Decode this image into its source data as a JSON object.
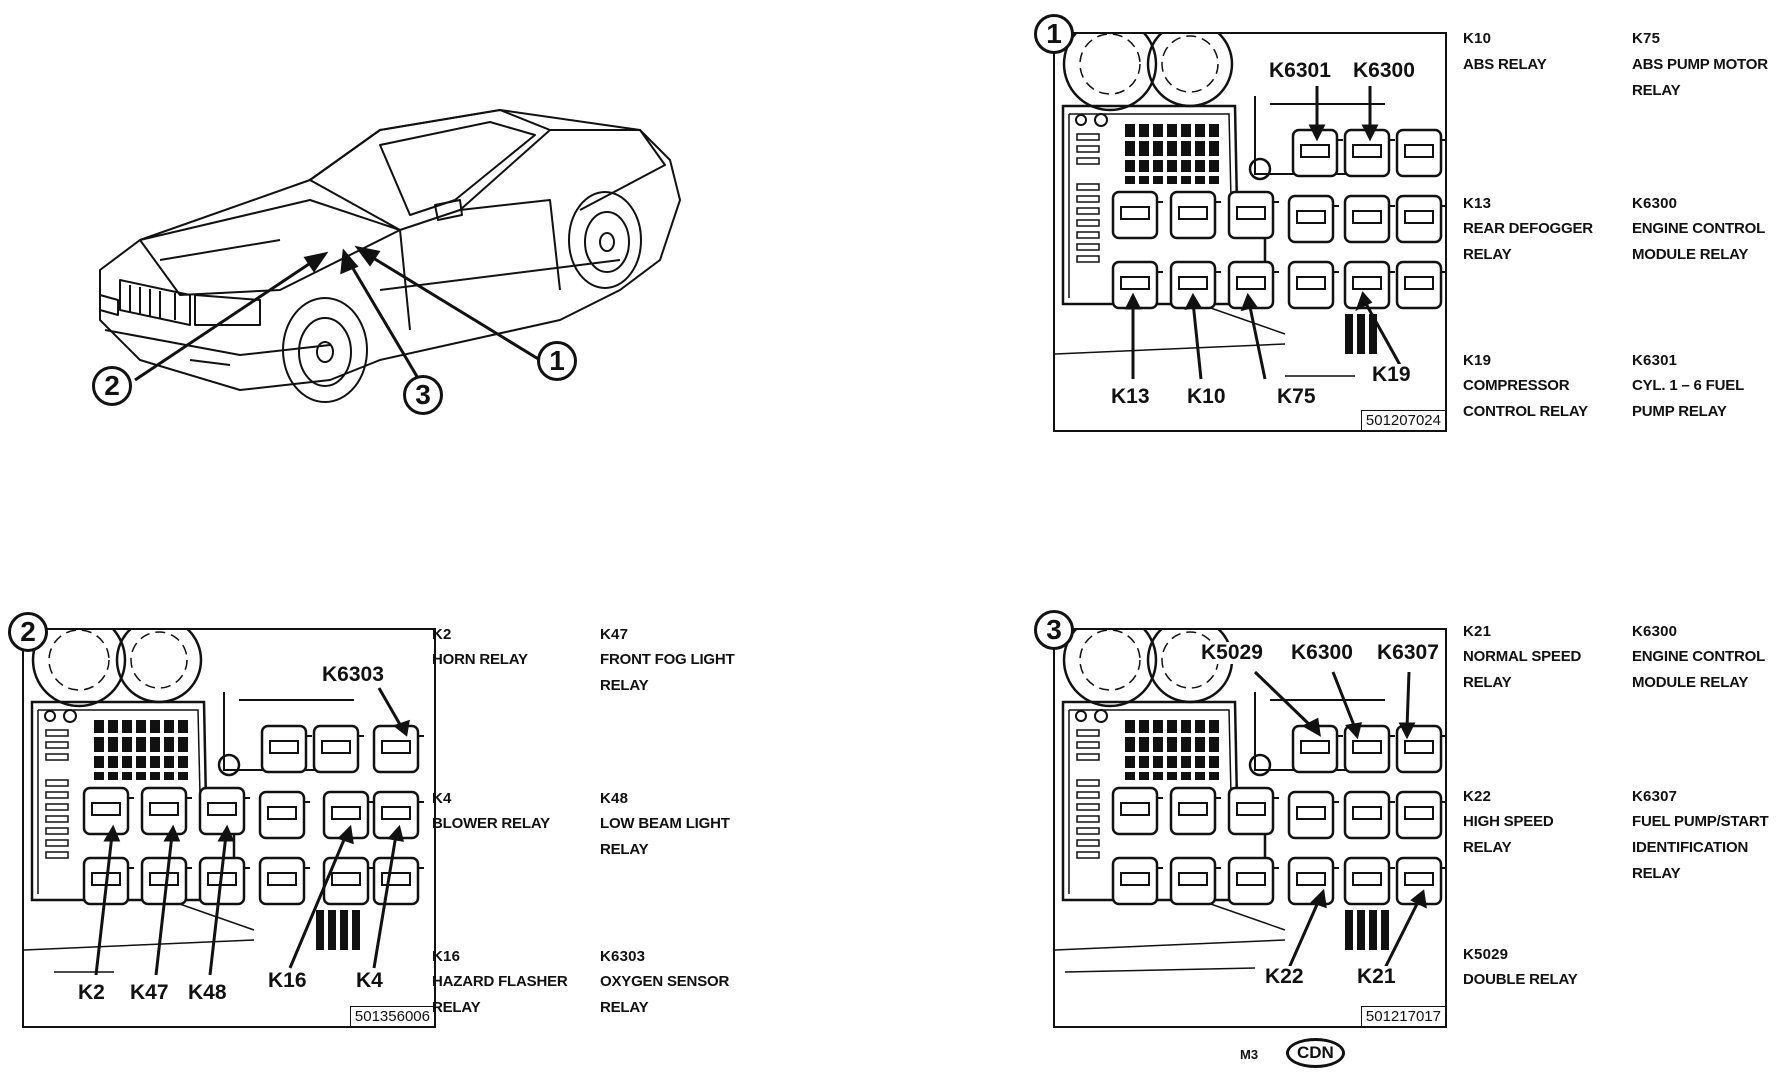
{
  "car": {
    "callouts": [
      "1",
      "2",
      "3"
    ]
  },
  "panels": [
    {
      "number": "1",
      "part_number": "501207024",
      "callouts_top": [
        "K6301",
        "K6300"
      ],
      "callouts_bottom": [
        "K13",
        "K10",
        "K75",
        "K19"
      ],
      "legend": [
        {
          "code": "K10",
          "desc": [
            "ABS RELAY"
          ]
        },
        {
          "code": "K75",
          "desc": [
            "ABS PUMP MOTOR",
            "RELAY"
          ]
        },
        {
          "code": "K13",
          "desc": [
            "REAR DEFOGGER",
            "RELAY"
          ]
        },
        {
          "code": "K6300",
          "desc": [
            "ENGINE CONTROL",
            "MODULE RELAY"
          ]
        },
        {
          "code": "K19",
          "desc": [
            "COMPRESSOR",
            "CONTROL RELAY"
          ]
        },
        {
          "code": "K6301",
          "desc": [
            "CYL. 1 – 6 FUEL",
            "PUMP RELAY"
          ]
        }
      ]
    },
    {
      "number": "2",
      "part_number": "501356006",
      "callouts_top": [
        "K6303"
      ],
      "callouts_bottom": [
        "K2",
        "K47",
        "K48",
        "K16",
        "K4"
      ],
      "legend": [
        {
          "code": "K2",
          "desc": [
            "HORN RELAY"
          ]
        },
        {
          "code": "K47",
          "desc": [
            "FRONT FOG LIGHT",
            "RELAY"
          ]
        },
        {
          "code": "K4",
          "desc": [
            "BLOWER RELAY"
          ]
        },
        {
          "code": "K48",
          "desc": [
            "LOW BEAM LIGHT",
            "RELAY"
          ]
        },
        {
          "code": "K16",
          "desc": [
            "HAZARD FLASHER",
            "RELAY"
          ]
        },
        {
          "code": "K6303",
          "desc": [
            "OXYGEN SENSOR",
            "RELAY"
          ]
        }
      ]
    },
    {
      "number": "3",
      "part_number": "501217017",
      "callouts_top": [
        "K5029",
        "K6300",
        "K6307"
      ],
      "callouts_bottom": [
        "K22",
        "K21"
      ],
      "legend": [
        {
          "code": "K21",
          "desc": [
            "NORMAL SPEED",
            "RELAY"
          ]
        },
        {
          "code": "K6300",
          "desc": [
            "ENGINE CONTROL",
            "MODULE RELAY"
          ]
        },
        {
          "code": "K22",
          "desc": [
            "HIGH SPEED",
            "RELAY"
          ]
        },
        {
          "code": "K6307",
          "desc": [
            "FUEL PUMP/START",
            "IDENTIFICATION",
            "RELAY"
          ]
        },
        {
          "code": "K5029",
          "desc": [
            "DOUBLE RELAY"
          ]
        }
      ]
    }
  ],
  "footer": {
    "model": "M3",
    "logo": "CDN"
  }
}
